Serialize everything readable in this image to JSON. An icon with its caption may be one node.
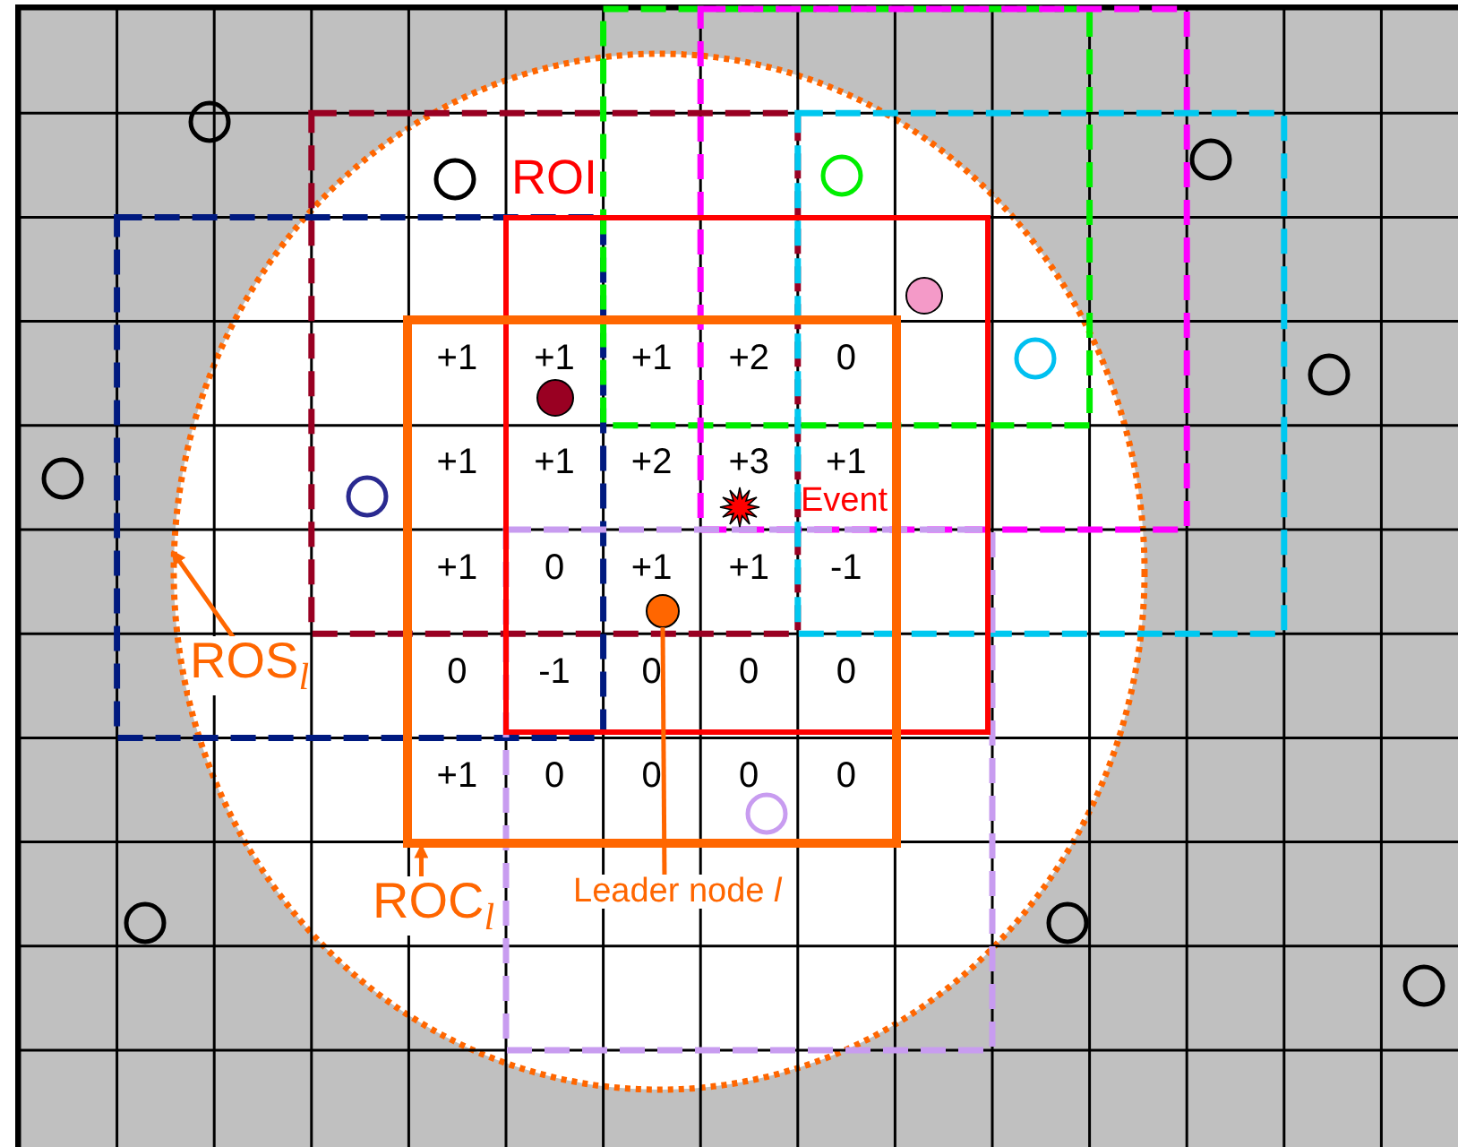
{
  "diagram": {
    "nodes": [
      {
        "text": [
          "ROI"
        ]
      },
      {
        "text": [],
        "shape": "box"
      },
      {
        "text": [
          "ROS$_{l}$"
        ]
      },
      {
        "text": [],
        "shape": "circle"
      },
      {
        "text": [
          "ROC$_{l}$"
        ]
      },
      {
        "text": [
          "Leader node *l*"
        ]
      }
    ],
    "edges": [
      {
        "from": 2,
        "to": null,
        "arrow": "to"
      },
      {
        "from": 4,
        "to": 1,
        "arrow": "to"
      },
      {
        "from": 5,
        "to": 3,
        "arrow": "none"
      }
    ],
    "labels": [
      "+1",
      "+1",
      "+1",
      "+2",
      "0",
      "+1",
      "+1",
      "+2",
      "+3",
      "+1",
      "Event",
      "+1",
      "0",
      "+1",
      "+1",
      "-1",
      "0",
      "-1",
      "0",
      "0",
      "0",
      "+1",
      "0",
      "0",
      "0",
      "0"
    ]
  }
}
